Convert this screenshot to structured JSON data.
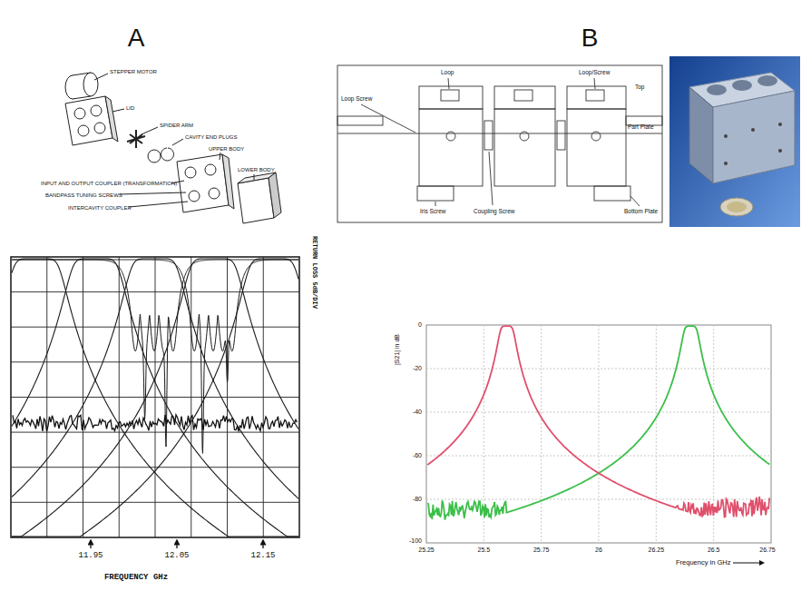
{
  "diagram": {
    "labels": [
      "A",
      "B",
      "STEPPER MOTOR",
      "LID",
      "SPIDER ARM",
      "CAVITY END PLUGS",
      "UPPER BODY",
      "INPUT AND OUTPUT COUPLER (TRANSFORMATION)",
      "BANDPASS TUNING SCREWS",
      "INTERCAVITY COUPLER",
      "LOWER BODY",
      "11.95",
      "12.05",
      "12.15",
      "FREQUENCY GHz",
      "RETURN LOSS 5dB/DIV",
      "Loop",
      "Loop/Screw",
      "Top",
      "Part Plate",
      "Loop Screw",
      "Iris Screw",
      "Coupling Screw",
      "Bottom Plate",
      "0",
      "-20",
      "-40",
      "-60",
      "-80",
      "-100",
      "|S21| in dB",
      "25.25",
      "25.5",
      "25.75",
      "26",
      "26.25",
      "26.5",
      "26.75",
      "Frequency in GHz"
    ]
  }
}
